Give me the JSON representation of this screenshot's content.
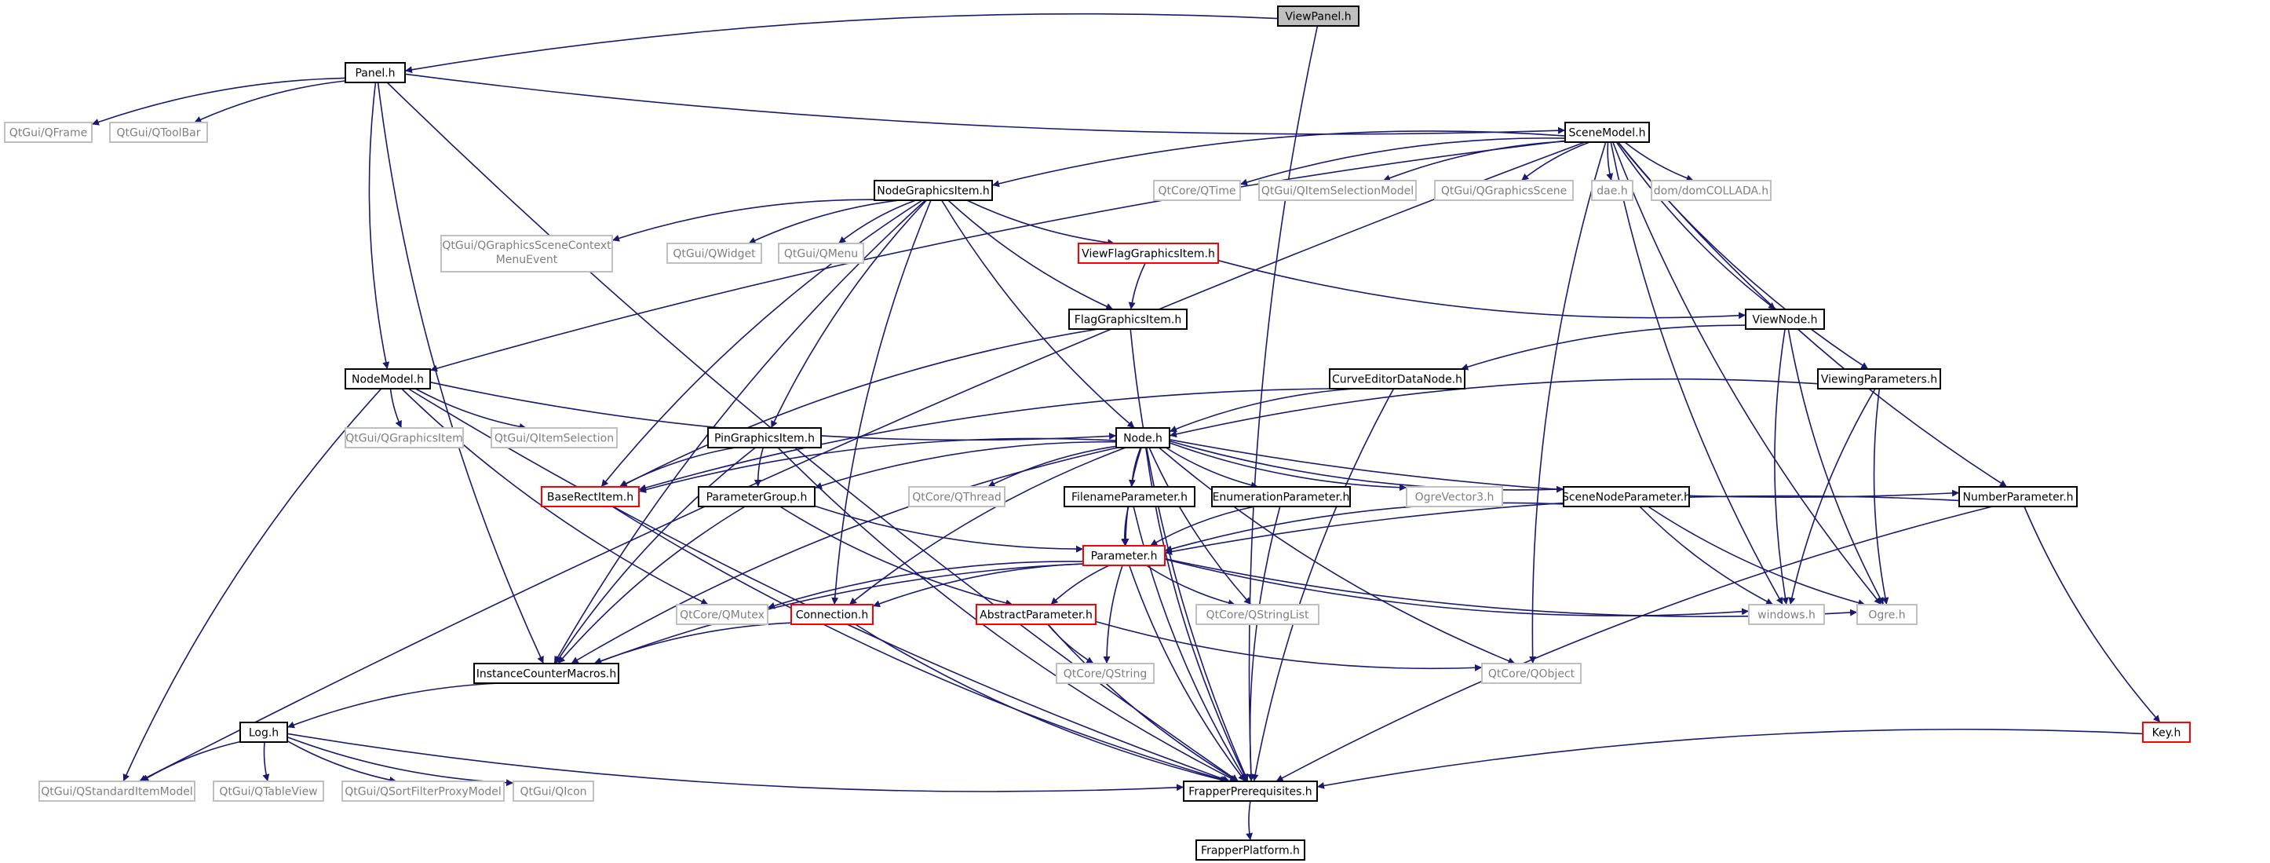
{
  "colors": {
    "edge": "#191970",
    "node_border": "#000000",
    "truncated_border": "#ff0000",
    "external_border": "#bfbfbf",
    "external_text": "#7f7f7f",
    "root_fill": "#bfbfbf"
  },
  "nodes": {
    "viewpanel": {
      "label": "ViewPanel.h",
      "kind": "root"
    },
    "panel": {
      "label": "Panel.h",
      "kind": "normal"
    },
    "qframe": {
      "label": "QtGui/QFrame",
      "kind": "ext"
    },
    "qtoolbar": {
      "label": "QtGui/QToolBar",
      "kind": "ext"
    },
    "scenemodel": {
      "label": "SceneModel.h",
      "kind": "normal"
    },
    "nodegraphicsitem": {
      "label": "NodeGraphicsItem.h",
      "kind": "normal"
    },
    "qtime": {
      "label": "QtCore/QTime",
      "kind": "ext"
    },
    "qitemselectionmodel": {
      "label": "QtGui/QItemSelectionModel",
      "kind": "ext"
    },
    "qgraphicsscene": {
      "label": "QtGui/QGraphicsScene",
      "kind": "ext"
    },
    "dae": {
      "label": "dae.h",
      "kind": "ext"
    },
    "domcollada": {
      "label": "dom/domCOLLADA.h",
      "kind": "ext"
    },
    "qgscme": {
      "label": "QtGui/QGraphicsSceneContext",
      "label2": "MenuEvent",
      "kind": "ext"
    },
    "qwidget": {
      "label": "QtGui/QWidget",
      "kind": "ext"
    },
    "qmenu": {
      "label": "QtGui/QMenu",
      "kind": "ext"
    },
    "viewflaggraphicsitem": {
      "label": "ViewFlagGraphicsItem.h",
      "kind": "trunc"
    },
    "flaggraphicsitem": {
      "label": "FlagGraphicsItem.h",
      "kind": "normal"
    },
    "viewnode": {
      "label": "ViewNode.h",
      "kind": "normal"
    },
    "nodemodel": {
      "label": "NodeModel.h",
      "kind": "normal"
    },
    "curveeditordatanode": {
      "label": "CurveEditorDataNode.h",
      "kind": "normal"
    },
    "viewingparameters": {
      "label": "ViewingParameters.h",
      "kind": "normal"
    },
    "qgraphicsitem": {
      "label": "QtGui/QGraphicsItem",
      "kind": "ext"
    },
    "qitemselection": {
      "label": "QtGui/QItemSelection",
      "kind": "ext"
    },
    "pingraphicsitem": {
      "label": "PinGraphicsItem.h",
      "kind": "normal"
    },
    "node": {
      "label": "Node.h",
      "kind": "normal"
    },
    "baserectitem": {
      "label": "BaseRectItem.h",
      "kind": "trunc"
    },
    "parametergroup": {
      "label": "ParameterGroup.h",
      "kind": "normal"
    },
    "qthread": {
      "label": "QtCore/QThread",
      "kind": "ext"
    },
    "filenameparameter": {
      "label": "FilenameParameter.h",
      "kind": "normal"
    },
    "enumerationparameter": {
      "label": "EnumerationParameter.h",
      "kind": "normal"
    },
    "ogrevector3": {
      "label": "OgreVector3.h",
      "kind": "ext"
    },
    "scenenodeparameter": {
      "label": "SceneNodeParameter.h",
      "kind": "normal"
    },
    "numberparameter": {
      "label": "NumberParameter.h",
      "kind": "normal"
    },
    "parameter": {
      "label": "Parameter.h",
      "kind": "trunc"
    },
    "qmutex": {
      "label": "QtCore/QMutex",
      "kind": "ext"
    },
    "connection": {
      "label": "Connection.h",
      "kind": "trunc"
    },
    "abstractparameter": {
      "label": "AbstractParameter.h",
      "kind": "trunc"
    },
    "qstringlist": {
      "label": "QtCore/QStringList",
      "kind": "ext"
    },
    "windows": {
      "label": "windows.h",
      "kind": "ext"
    },
    "ogre": {
      "label": "Ogre.h",
      "kind": "ext"
    },
    "instancecountermacros": {
      "label": "InstanceCounterMacros.h",
      "kind": "normal"
    },
    "qstring": {
      "label": "QtCore/QString",
      "kind": "ext"
    },
    "qobject": {
      "label": "QtCore/QObject",
      "kind": "ext"
    },
    "log": {
      "label": "Log.h",
      "kind": "normal"
    },
    "key": {
      "label": "Key.h",
      "kind": "trunc"
    },
    "qstandarditemmodel": {
      "label": "QtGui/QStandardItemModel",
      "kind": "ext"
    },
    "qtableview": {
      "label": "QtGui/QTableView",
      "kind": "ext"
    },
    "qsortfilterproxymodel": {
      "label": "QtGui/QSortFilterProxyModel",
      "kind": "ext"
    },
    "qicon": {
      "label": "QtGui/QIcon",
      "kind": "ext"
    },
    "frapperprerequisites": {
      "label": "FrapperPrerequisites.h",
      "kind": "normal"
    },
    "frapperplatform": {
      "label": "FrapperPlatform.h",
      "kind": "normal"
    }
  },
  "edges": [
    [
      "viewpanel",
      "panel"
    ],
    [
      "viewpanel",
      "frapperprerequisites"
    ],
    [
      "panel",
      "qframe"
    ],
    [
      "panel",
      "qtoolbar"
    ],
    [
      "panel",
      "scenemodel"
    ],
    [
      "panel",
      "nodemodel"
    ],
    [
      "panel",
      "instancecountermacros"
    ],
    [
      "panel",
      "frapperprerequisites"
    ],
    [
      "scenemodel",
      "nodegraphicsitem"
    ],
    [
      "scenemodel",
      "qtime"
    ],
    [
      "scenemodel",
      "qitemselectionmodel"
    ],
    [
      "scenemodel",
      "qgraphicsscene"
    ],
    [
      "scenemodel",
      "dae"
    ],
    [
      "scenemodel",
      "domcollada"
    ],
    [
      "scenemodel",
      "viewnode"
    ],
    [
      "scenemodel",
      "viewingparameters"
    ],
    [
      "scenemodel",
      "numberparameter"
    ],
    [
      "scenemodel",
      "windows"
    ],
    [
      "scenemodel",
      "ogre"
    ],
    [
      "scenemodel",
      "qobject"
    ],
    [
      "scenemodel",
      "nodemodel"
    ],
    [
      "scenemodel",
      "qstandarditemmodel"
    ],
    [
      "nodegraphicsitem",
      "qgscme"
    ],
    [
      "nodegraphicsitem",
      "qwidget"
    ],
    [
      "nodegraphicsitem",
      "qmenu"
    ],
    [
      "nodegraphicsitem",
      "viewflaggraphicsitem"
    ],
    [
      "nodegraphicsitem",
      "flaggraphicsitem"
    ],
    [
      "nodegraphicsitem",
      "pingraphicsitem"
    ],
    [
      "nodegraphicsitem",
      "node"
    ],
    [
      "nodegraphicsitem",
      "baserectitem"
    ],
    [
      "nodegraphicsitem",
      "connection"
    ],
    [
      "nodegraphicsitem",
      "instancecountermacros"
    ],
    [
      "viewflaggraphicsitem",
      "flaggraphicsitem"
    ],
    [
      "viewflaggraphicsitem",
      "viewnode"
    ],
    [
      "flaggraphicsitem",
      "baserectitem"
    ],
    [
      "flaggraphicsitem",
      "frapperprerequisites"
    ],
    [
      "viewnode",
      "curveeditordatanode"
    ],
    [
      "viewnode",
      "windows"
    ],
    [
      "viewnode",
      "ogre"
    ],
    [
      "nodemodel",
      "qgraphicsitem"
    ],
    [
      "nodemodel",
      "qitemselection"
    ],
    [
      "nodemodel",
      "node"
    ],
    [
      "nodemodel",
      "qmutex"
    ],
    [
      "nodemodel",
      "qstandarditemmodel"
    ],
    [
      "nodemodel",
      "frapperprerequisites"
    ],
    [
      "curveeditordatanode",
      "node"
    ],
    [
      "curveeditordatanode",
      "baserectitem"
    ],
    [
      "curveeditordatanode",
      "frapperprerequisites"
    ],
    [
      "viewingparameters",
      "node"
    ],
    [
      "viewingparameters",
      "windows"
    ],
    [
      "viewingparameters",
      "ogre"
    ],
    [
      "pingraphicsitem",
      "baserectitem"
    ],
    [
      "pingraphicsitem",
      "parametergroup"
    ],
    [
      "pingraphicsitem",
      "instancecountermacros"
    ],
    [
      "pingraphicsitem",
      "frapperprerequisites"
    ],
    [
      "node",
      "baserectitem"
    ],
    [
      "node",
      "parametergroup"
    ],
    [
      "node",
      "qthread"
    ],
    [
      "node",
      "filenameparameter"
    ],
    [
      "node",
      "enumerationparameter"
    ],
    [
      "node",
      "ogrevector3"
    ],
    [
      "node",
      "scenenodeparameter"
    ],
    [
      "node",
      "numberparameter"
    ],
    [
      "node",
      "parameter"
    ],
    [
      "node",
      "connection"
    ],
    [
      "node",
      "qstringlist"
    ],
    [
      "node",
      "qobject"
    ],
    [
      "node",
      "instancecountermacros"
    ],
    [
      "node",
      "frapperprerequisites"
    ],
    [
      "baserectitem",
      "frapperprerequisites"
    ],
    [
      "parametergroup",
      "parameter"
    ],
    [
      "parametergroup",
      "abstractparameter"
    ],
    [
      "parametergroup",
      "instancecountermacros"
    ],
    [
      "filenameparameter",
      "parameter"
    ],
    [
      "filenameparameter",
      "frapperprerequisites"
    ],
    [
      "enumerationparameter",
      "parameter"
    ],
    [
      "enumerationparameter",
      "frapperprerequisites"
    ],
    [
      "scenenodeparameter",
      "parameter"
    ],
    [
      "scenenodeparameter",
      "windows"
    ],
    [
      "scenenodeparameter",
      "ogre"
    ],
    [
      "numberparameter",
      "parameter"
    ],
    [
      "numberparameter",
      "key"
    ],
    [
      "numberparameter",
      "frapperprerequisites"
    ],
    [
      "parameter",
      "qmutex"
    ],
    [
      "parameter",
      "connection"
    ],
    [
      "parameter",
      "abstractparameter"
    ],
    [
      "parameter",
      "qstringlist"
    ],
    [
      "parameter",
      "windows"
    ],
    [
      "parameter",
      "ogre"
    ],
    [
      "parameter",
      "qstring"
    ],
    [
      "parameter",
      "instancecountermacros"
    ],
    [
      "parameter",
      "frapperprerequisites"
    ],
    [
      "connection",
      "instancecountermacros"
    ],
    [
      "connection",
      "frapperprerequisites"
    ],
    [
      "abstractparameter",
      "qstring"
    ],
    [
      "abstractparameter",
      "qobject"
    ],
    [
      "abstractparameter",
      "frapperprerequisites"
    ],
    [
      "instancecountermacros",
      "log"
    ],
    [
      "log",
      "qstandarditemmodel"
    ],
    [
      "log",
      "qtableview"
    ],
    [
      "log",
      "qsortfilterproxymodel"
    ],
    [
      "log",
      "qicon"
    ],
    [
      "log",
      "frapperprerequisites"
    ],
    [
      "key",
      "frapperprerequisites"
    ],
    [
      "frapperprerequisites",
      "frapperplatform"
    ]
  ]
}
